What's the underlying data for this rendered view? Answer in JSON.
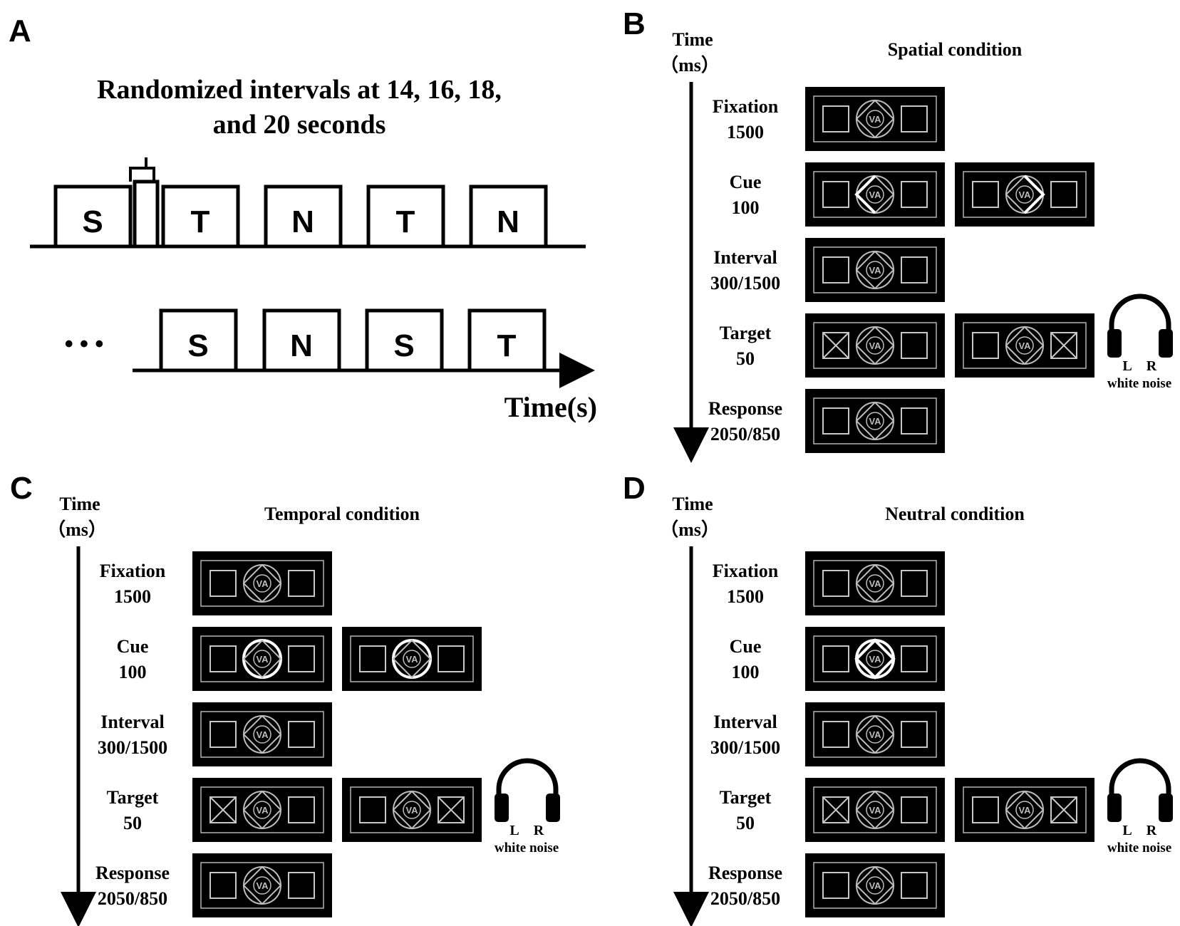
{
  "panels": {
    "A": {
      "letter": "A",
      "title_line1": "Randomized intervals at 14, 16, 18,",
      "title_line2": "and 20 seconds",
      "row1_blocks": [
        "S",
        "T",
        "N",
        "T",
        "N"
      ],
      "ellipsis": "• • •",
      "row2_blocks": [
        "S",
        "N",
        "S",
        "T"
      ],
      "axis_label": "Time(s)"
    },
    "B": {
      "letter": "B",
      "condition": "Spatial condition",
      "cue_second_variant": "spatial"
    },
    "C": {
      "letter": "C",
      "condition": "Temporal condition",
      "cue_second_variant": "temporal"
    },
    "D": {
      "letter": "D",
      "condition": "Neutral condition",
      "cue_second_variant": "none"
    }
  },
  "time_axis": {
    "line1": "Time",
    "line2": "（ms）"
  },
  "stages": [
    {
      "name": "Fixation",
      "duration": "1500"
    },
    {
      "name": "Cue",
      "duration": "100"
    },
    {
      "name": "Interval",
      "duration": "300/1500"
    },
    {
      "name": "Target",
      "duration": "50"
    },
    {
      "name": "Response",
      "duration": "2050/850"
    }
  ],
  "screen_center_label": "VA",
  "headphones": {
    "left": "L",
    "right": "R",
    "caption": "white noise",
    "icon": "headphones-icon"
  },
  "colors": {
    "screen_bg": "#000000",
    "stimulus": "#c8c8c8",
    "cue_highlight": "#ffffff",
    "ink": "#000000"
  }
}
